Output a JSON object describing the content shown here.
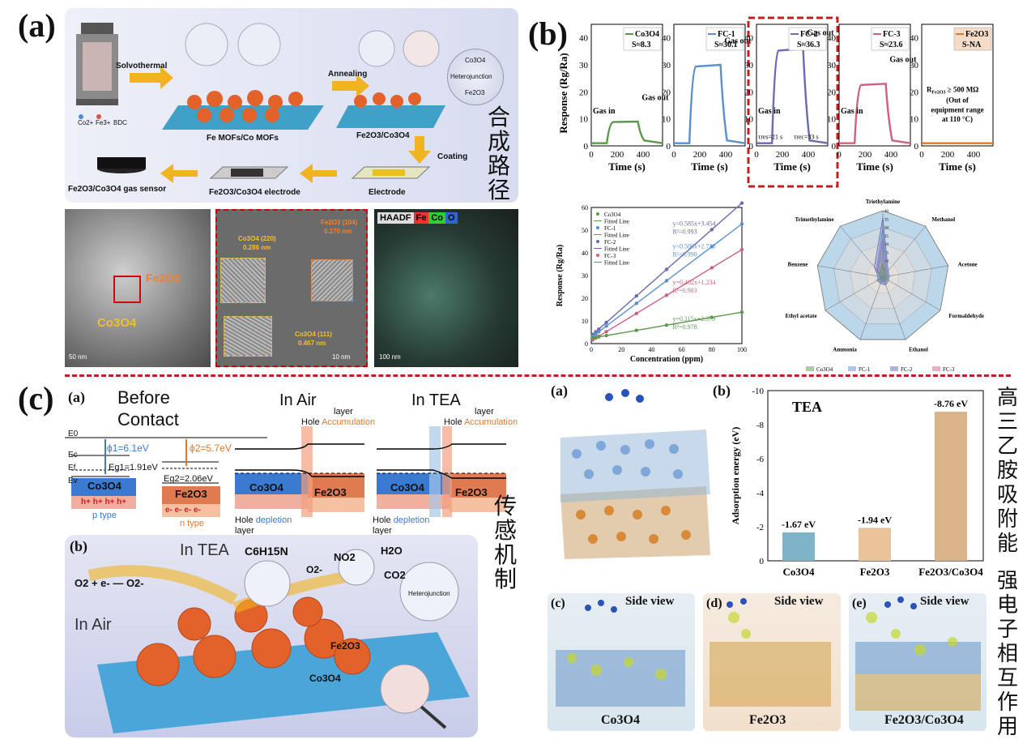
{
  "labels": {
    "a": "(a)",
    "b": "(b)",
    "c": "(c)",
    "c_a": "(a)",
    "c_b": "(b)",
    "r_a": "(a)",
    "r_b": "(b)",
    "r_c": "(c)",
    "r_d": "(d)",
    "r_e": "(e)"
  },
  "synthesis": {
    "solvothermal": "Solvothermal",
    "annealing": "Annealing",
    "coating": "Coating",
    "mofs": "Fe MOFs/Co MOFs",
    "product": "Fe2O3/Co3O4",
    "sensor": "Fe2O3/Co3O4 gas sensor",
    "electrode_sensor": "Fe2O3/Co3O4 electrode",
    "electrode": "Electrode",
    "legend": [
      "Co2+",
      "Fe3+",
      "BDC"
    ],
    "heterojunction": "Heterojunction",
    "co3o4": "Co3O4",
    "fe2o3": "Fe2O3",
    "cjk_title": "合成路径"
  },
  "microscopy": {
    "tem_fe": "Fe2O3",
    "tem_co": "Co3O4",
    "tem_scale": "50 nm",
    "hr_co": "Co3O4 (220)",
    "hr_co_d": "0.286 nm",
    "hr_fe": "Fe2O3 (104)",
    "hr_fe_d": "0.270 nm",
    "hr_co2": "Co3O4 (111)",
    "hr_co2_d": "0.467 nm",
    "hr_scale": "10 nm",
    "haadf": "HAADF",
    "fe": "Fe",
    "co": "Co",
    "o": "O",
    "haadf_scale": "100 nm"
  },
  "response_panels": [
    {
      "name": "Co3O4",
      "s": "S≈8.3",
      "color": "#5a9a4a",
      "level": 9,
      "gas_in": "Gas in",
      "gas_out": "Gas out"
    },
    {
      "name": "FC-1",
      "s": "S≈30.1",
      "color": "#5a8fcf",
      "level": 30,
      "gas_out": "Gas out"
    },
    {
      "name": "FC-2",
      "s": "S≈36.3",
      "color": "#6a6ab0",
      "level": 36,
      "gas_in": "Gas in",
      "gas_out": "Gas out",
      "tres": "τres=21 s",
      "trec": "τrec=33 s"
    },
    {
      "name": "FC-3",
      "s": "S≈23.6",
      "color": "#d06080",
      "level": 23,
      "gas_in": "Gas in",
      "gas_out": "Gas out"
    },
    {
      "name": "Fe2O3",
      "s": "S-NA",
      "color": "#e07a20",
      "level": 0,
      "note": [
        "R",
        "Fe2O3",
        " ≥ 500 MΩ",
        "(Out of",
        "equipment range",
        "at 110 °C)"
      ]
    }
  ],
  "response_axes": {
    "ylabel": "Response (Rg/Ra)",
    "xlabel": "Time (s)",
    "yticks": [
      0,
      10,
      20,
      30,
      40
    ],
    "xticks": [
      0,
      200,
      400
    ]
  },
  "chart_data": [
    {
      "type": "scatter",
      "xlabel": "Concentration (ppm)",
      "ylabel": "Response (Rg/Ra)",
      "xlim": [
        0,
        100
      ],
      "ylim": [
        0,
        60
      ],
      "xticks": [
        0,
        20,
        40,
        60,
        80,
        100
      ],
      "yticks": [
        0,
        10,
        20,
        30,
        40,
        50,
        60
      ],
      "series": [
        {
          "name": "FC-2",
          "color": "#6a6ab0",
          "slope": 0.585,
          "intercept": 3.454,
          "eq": "y=0.585x+3.454",
          "r2": "R²=0.993"
        },
        {
          "name": "FC-1",
          "color": "#5a8fcf",
          "slope": 0.5,
          "intercept": 2.723,
          "eq": "y=0.500x+2.723",
          "r2": "R²=0.990"
        },
        {
          "name": "FC-3",
          "color": "#d06080",
          "slope": 0.402,
          "intercept": 1.234,
          "eq": "y=0.402x+1.234",
          "r2": "R²=0.983"
        },
        {
          "name": "Co3O4",
          "color": "#5a9a4a",
          "slope": 0.115,
          "intercept": 2.379,
          "eq": "y=0.115x+2.379",
          "r2": "R²=0.978"
        }
      ],
      "x": [
        1,
        3,
        5,
        10,
        30,
        50,
        80,
        100
      ],
      "legend": [
        "Co3O4",
        "Fitted Line",
        "FC-1",
        "Fitted Line",
        "FC-2",
        "Fitted Line",
        "FC-3",
        "Fitted Line"
      ]
    },
    {
      "type": "radar",
      "axes": [
        "Triethylamine",
        "Methanol",
        "Acetone",
        "Formaldehyde",
        "Ethanol",
        "Ammonia",
        "Ethyl acetate",
        "Benzene",
        "Trimethylamine"
      ],
      "rmax": 40,
      "ticks": [
        0,
        5,
        10,
        15,
        20,
        25,
        30,
        35,
        40
      ],
      "series": [
        {
          "name": "Co3O4",
          "color": "#5a9a4a",
          "values": [
            8,
            2,
            2,
            2,
            2,
            2,
            2,
            1,
            3
          ]
        },
        {
          "name": "FC-1",
          "color": "#5a8fcf",
          "values": [
            30,
            4,
            3,
            3,
            4,
            3,
            3,
            2,
            6
          ]
        },
        {
          "name": "FC-2",
          "color": "#6a6ab0",
          "values": [
            36,
            5,
            4,
            4,
            5,
            4,
            4,
            3,
            8
          ]
        },
        {
          "name": "FC-3",
          "color": "#d06080",
          "values": [
            23,
            3,
            3,
            3,
            3,
            3,
            3,
            2,
            5
          ]
        }
      ]
    },
    {
      "type": "bar",
      "title": "TEA",
      "ylabel": "Adsorption energy (eV)",
      "categories": [
        "Co3O4",
        "Fe2O3",
        "Fe2O3/Co3O4"
      ],
      "values": [
        -1.67,
        -1.94,
        -8.76
      ],
      "labels": [
        "-1.67 eV",
        "-1.94 eV",
        "-8.76 eV"
      ],
      "ylim": [
        0,
        -10
      ],
      "yticks": [
        0,
        -2,
        -4,
        -6,
        -8,
        -10
      ],
      "colors": [
        "#7fb3c8",
        "#e9c39a",
        "#d9b48a"
      ]
    }
  ],
  "mechanism": {
    "before": "Before",
    "contact": "Contact",
    "in_air": "In Air",
    "in_tea": "In TEA",
    "layer": "layer",
    "hole": "Hole",
    "accumulation": "Accumulation",
    "hole_depletion": "Hole",
    "depletion": "depletion",
    "phi1": "ϕ1=6.1eV",
    "phi2": "ϕ2=5.7eV",
    "eg1": "Eg1=1.91eV",
    "eg2": "Eg2=2.06eV",
    "e0": "E0",
    "ec": "Ec",
    "ef": "Ef",
    "ev": "Ev",
    "co3o4": "Co3O4",
    "fe2o3": "Fe2O3",
    "holes": "h+ h+ h+ h+",
    "electrons": "e- e- e- e-",
    "p_type": "p type",
    "n_type": "n type",
    "cjk_title": "传感机制"
  },
  "sensing_scene": {
    "in_tea": "In TEA",
    "in_air": "In Air",
    "formula": "C6H15N",
    "o2_reaction": "O2 + e- — O2-",
    "no2": "NO2",
    "h2o": "H2O",
    "co2": "CO2",
    "o2minus": "O2-",
    "fe2o3": "Fe2O3",
    "co3o4": "Co3O4",
    "heterojunction": "Heterojunction"
  },
  "dft": {
    "side_view": "Side view",
    "co3o4": "Co3O4",
    "fe2o3": "Fe2O3",
    "hetero": "Fe2O3/Co3O4",
    "cjk_top": "高三乙胺吸附能",
    "cjk_bottom": "强电子相互作用"
  }
}
